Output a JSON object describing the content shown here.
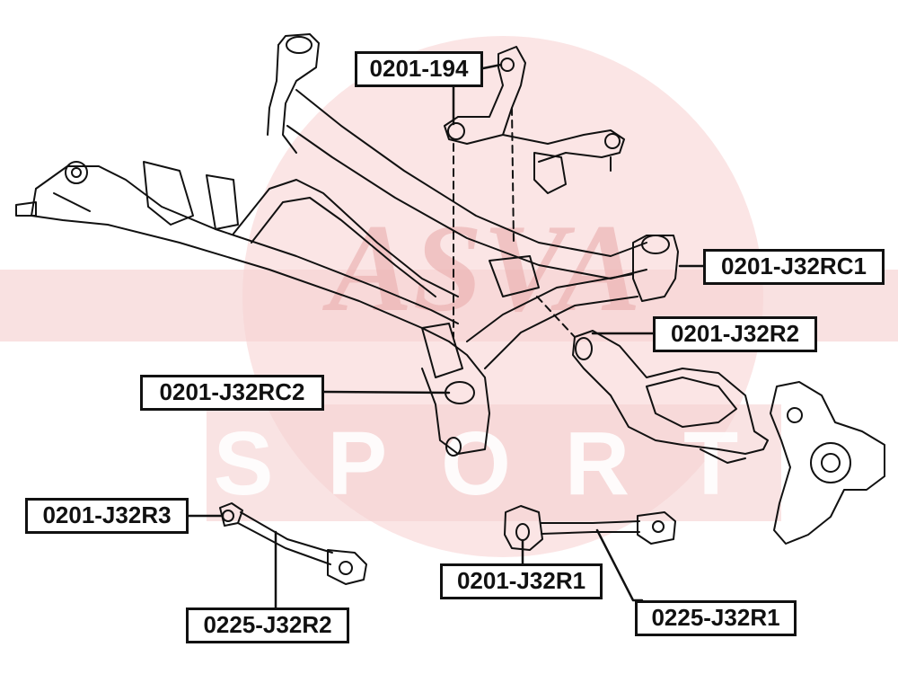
{
  "watermark": {
    "brand": "ASVA",
    "sub": "SPORT",
    "color": "#e8a9a9"
  },
  "labels": {
    "l194": "0201-194",
    "lrc1": "0201-J32RC1",
    "lr2": "0201-J32R2",
    "lrc2": "0201-J32RC2",
    "lr3": "0201-J32R3",
    "lr1": "0201-J32R1",
    "l225r2": "0225-J32R2",
    "l225r1": "0225-J32R1"
  }
}
